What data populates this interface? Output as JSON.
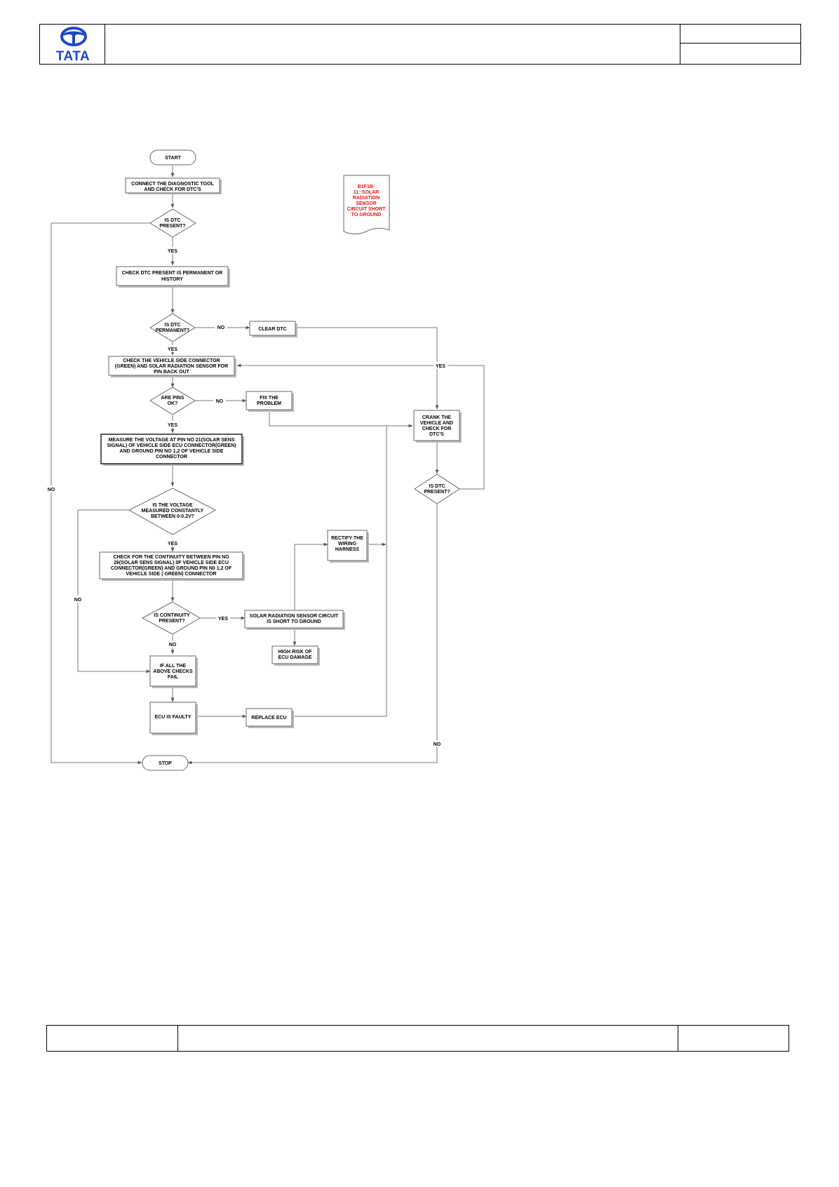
{
  "brand": {
    "name": "TATA",
    "color": "#1e46c8"
  },
  "flow": {
    "start": "START",
    "stop": "STOP",
    "connect": [
      "CONNECT THE DIAGNOSTIC TOOL",
      "AND CHECK FOR  DTC'S"
    ],
    "dtc_q1": [
      "IS  DTC",
      "PRESENT?"
    ],
    "check_perm": [
      "CHECK DTC  PRESENT IS PERMANENT OR",
      "HISTORY"
    ],
    "perm_q": [
      "IS  DTC",
      "PERMANENT?"
    ],
    "clear_dtc": [
      "CLEAR DTC"
    ],
    "check_conn": [
      "CHECK THE VEHICLE  SIDE CONNECTOR",
      "(GREEN) AND SOLAR RADIATION SENSOR FOR",
      "PIN BACK OUT"
    ],
    "pins_q": [
      "ARE PINS",
      "OK?"
    ],
    "fix": [
      "FIX THE",
      "PROBLEM"
    ],
    "crank": [
      "CRANK THE",
      "VEHICLE AND",
      "CHECK FOR",
      "DTC'S"
    ],
    "measure": [
      "MEASURE THE VOLTAGE AT PIN NO 21(SOLAR SENS",
      "SIGNAL) OF VEHICLE  SIDE ECU CONNECTOR(GREEN)",
      "AND GROUND PIN NO 1,2 OF VEHICLE SIDE",
      "CONNECTOR"
    ],
    "dtc_q2": [
      "IS  DTC",
      "PRESENT?"
    ],
    "voltage_q": [
      "IS  THE VOLTAGE",
      "MEASURED CONSTANTLY",
      "BETWEEN 0-0.2V?"
    ],
    "rectify": [
      "RECTIFY THE",
      "WIRING",
      "HARNESS"
    ],
    "continuity_check": [
      "CHECK FOR THE CONTINUITY BETWEEN PIN NO",
      "26(SOLAR SENS SIGNAL) 0F VEHICLE SIDE ECU",
      "CONNECTOR(GREEN) AND  GROUND PIN N0 1,2 OF",
      "VEHICLE SIDE ( GREEN) CONNECTOR"
    ],
    "continuity_q": [
      "IS CONTINUITY",
      "PRESENT?"
    ],
    "short_ground": [
      "SOLAR RADIATION SENSOR CIRCUIT",
      "IS SHORT TO GROUND"
    ],
    "high_risk": [
      "HIGH RISK OF",
      "ECU DAMAGE"
    ],
    "all_fail": [
      "IF ALL THE",
      "ABOVE CHECKS",
      "FAIL"
    ],
    "ecu_faulty": [
      "ECU IS FAULTY"
    ],
    "replace_ecu": [
      "REPLACE ECU"
    ],
    "dtc_note": [
      "B1F1B-",
      "11::SOLAR",
      "RADIATION",
      "SENSOR",
      "CIRCUIT SHORT",
      "TO GROUND"
    ]
  },
  "labels": {
    "yes": "YES",
    "no": "NO"
  }
}
